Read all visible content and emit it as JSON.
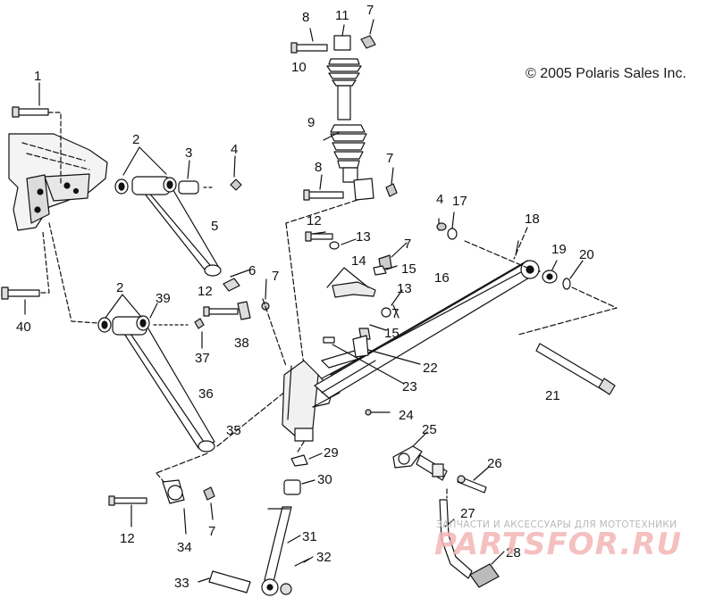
{
  "copyright": "© 2005 Polaris Sales Inc.",
  "watermark": {
    "tagline": "ЗАПЧАСТИ И АКСЕССУАРЫ ДЛЯ МОТОТЕХНИКИ",
    "logo": "PARTSFOR.RU"
  },
  "callouts": {
    "n1": "1",
    "n2a": "2",
    "n2b": "2",
    "n3": "3",
    "n4a": "4",
    "n4b": "4",
    "n5": "5",
    "n6": "6",
    "n7a": "7",
    "n7b": "7",
    "n7c": "7",
    "n7d": "7",
    "n7e": "7",
    "n7f": "7",
    "n8a": "8",
    "n8b": "8",
    "n9": "9",
    "n10": "10",
    "n11": "11",
    "n12a": "12",
    "n12b": "12",
    "n12c": "12",
    "n13a": "13",
    "n13b": "13",
    "n14": "14",
    "n15a": "15",
    "n15b": "15",
    "n16": "16",
    "n17": "17",
    "n18": "18",
    "n19": "19",
    "n20": "20",
    "n21": "21",
    "n22": "22",
    "n23": "23",
    "n24": "24",
    "n25": "25",
    "n26": "26",
    "n27": "27",
    "n28": "28",
    "n29": "29",
    "n30": "30",
    "n31": "31",
    "n32": "32",
    "n33": "33",
    "n34": "34",
    "n35": "35",
    "n36": "36",
    "n37": "37",
    "n38": "38",
    "n39": "39",
    "n40": "40"
  }
}
